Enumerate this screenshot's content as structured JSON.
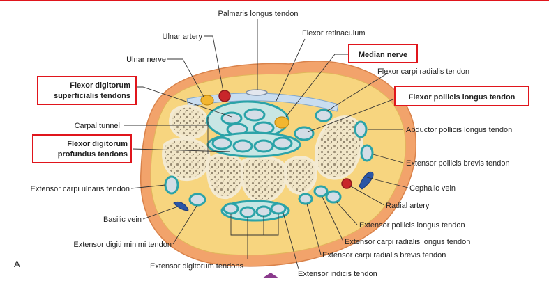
{
  "figure_letter": "A",
  "labels": {
    "palmaris_longus": "Palmaris longus tendon",
    "ulnar_artery": "Ulnar artery",
    "flexor_retinaculum": "Flexor retinaculum",
    "ulnar_nerve": "Ulnar nerve",
    "median_nerve": "Median nerve",
    "flexor_carpi_radialis": "Flexor carpi radialis tendon",
    "fds_line1": "Flexor digitorum",
    "fds_line2": "superficialis tendons",
    "flexor_pollicis_longus": "Flexor pollicis longus tendon",
    "carpal_tunnel": "Carpal tunnel",
    "abductor_pollicis_longus": "Abductor pollicis longus tendon",
    "fdp_line1": "Flexor digitorum",
    "fdp_line2": "profundus tendons",
    "extensor_pollicis_brevis": "Extensor pollicis brevis tendon",
    "extensor_carpi_ulnaris": "Extensor carpi ulnaris tendon",
    "cephalic_vein": "Cephalic vein",
    "radial_artery": "Radial artery",
    "basilic_vein": "Basilic vein",
    "extensor_pollicis_longus": "Extensor pollicis longus tendon",
    "extensor_digiti_minimi": "Extensor digiti minimi tendon",
    "extensor_carpi_radialis_longus": "Extensor carpi radialis longus tendon",
    "extensor_carpi_radialis_brevis": "Extensor carpi radialis brevis tendon",
    "extensor_digitorum": "Extensor digitorum tendons",
    "extensor_indicis": "Extensor indicis tendon"
  },
  "colors": {
    "accent_red": "#e0151c",
    "skin": "#f2a36b",
    "fat": "#f7d57f",
    "bone_cortex": "#efe3c4",
    "sheath": "#2ba3a8",
    "artery": "#c8262a",
    "vein": "#2b56a6",
    "nerve": "#f2b630",
    "nav_marker": "#8a3a8c"
  }
}
